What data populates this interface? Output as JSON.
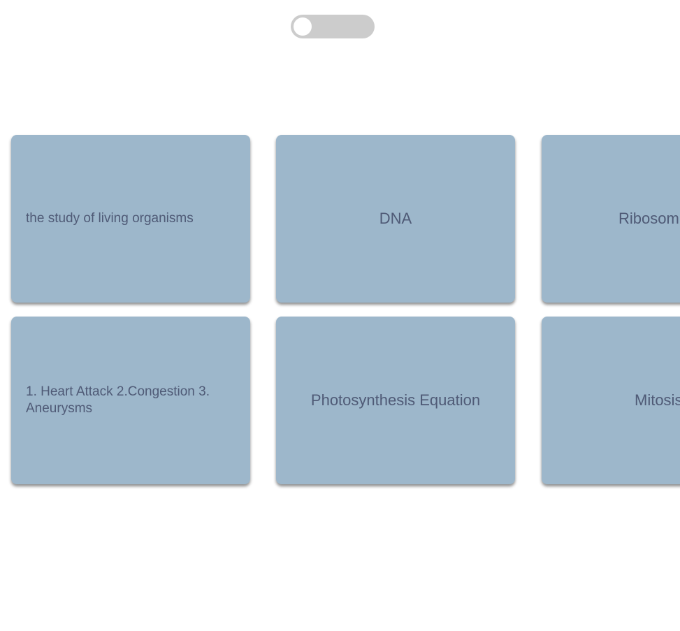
{
  "toggle": {
    "state": "off"
  },
  "cards": [
    {
      "text": "the study of living organisms"
    },
    {
      "text": "DNA"
    },
    {
      "text": "Ribosom"
    },
    {
      "text": "1. Heart Attack 2.Congestion 3. Aneurysms"
    },
    {
      "text": "Photosynthesis Equation"
    },
    {
      "text": "Mitosis"
    }
  ],
  "colors": {
    "card_background": "#9db7cb",
    "card_text": "#4f5a76",
    "toggle_track": "#cccccc",
    "toggle_knob": "#ffffff"
  }
}
